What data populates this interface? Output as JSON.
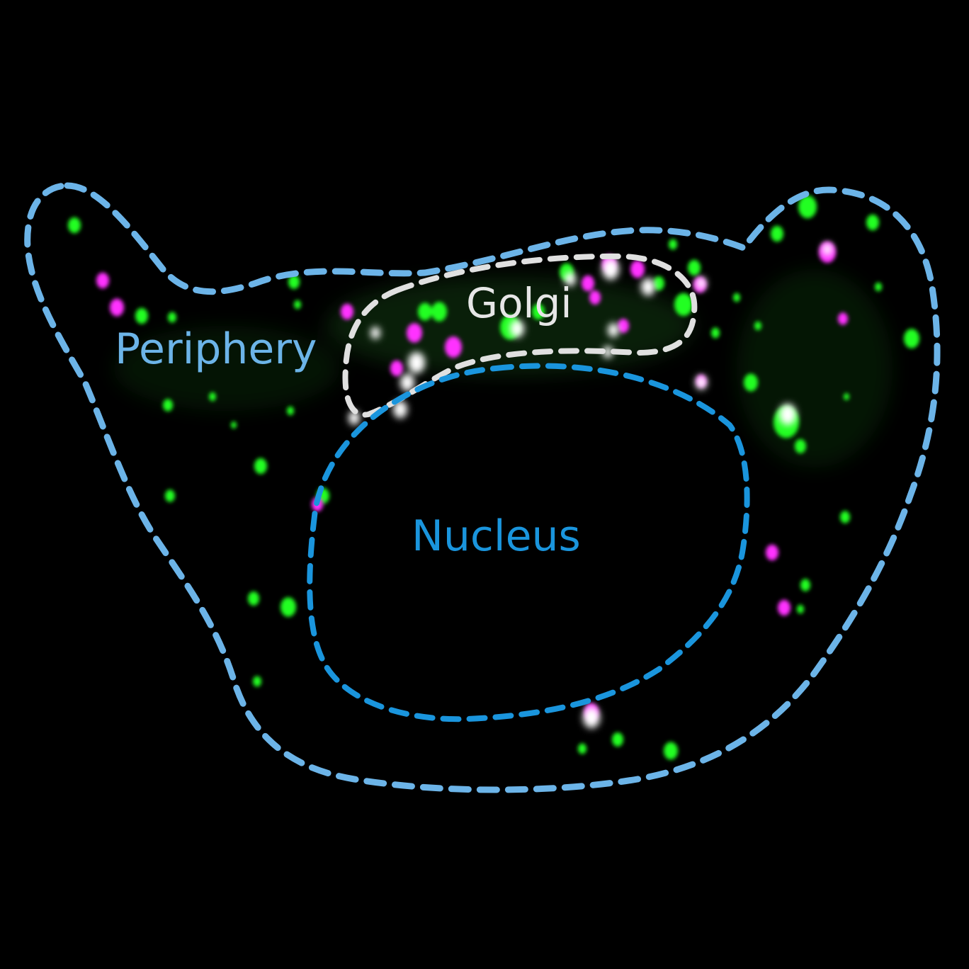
{
  "regions": {
    "periphery": {
      "label": "Periphery",
      "color": "#6cb4e8"
    },
    "golgi": {
      "label": "Golgi",
      "color": "#e0e0e0"
    },
    "nucleus": {
      "label": "Nucleus",
      "color": "#1a95dd"
    }
  },
  "channels": {
    "green": "#22ff22",
    "magenta": "#ff33ff",
    "colocalized": "#ffffff"
  }
}
